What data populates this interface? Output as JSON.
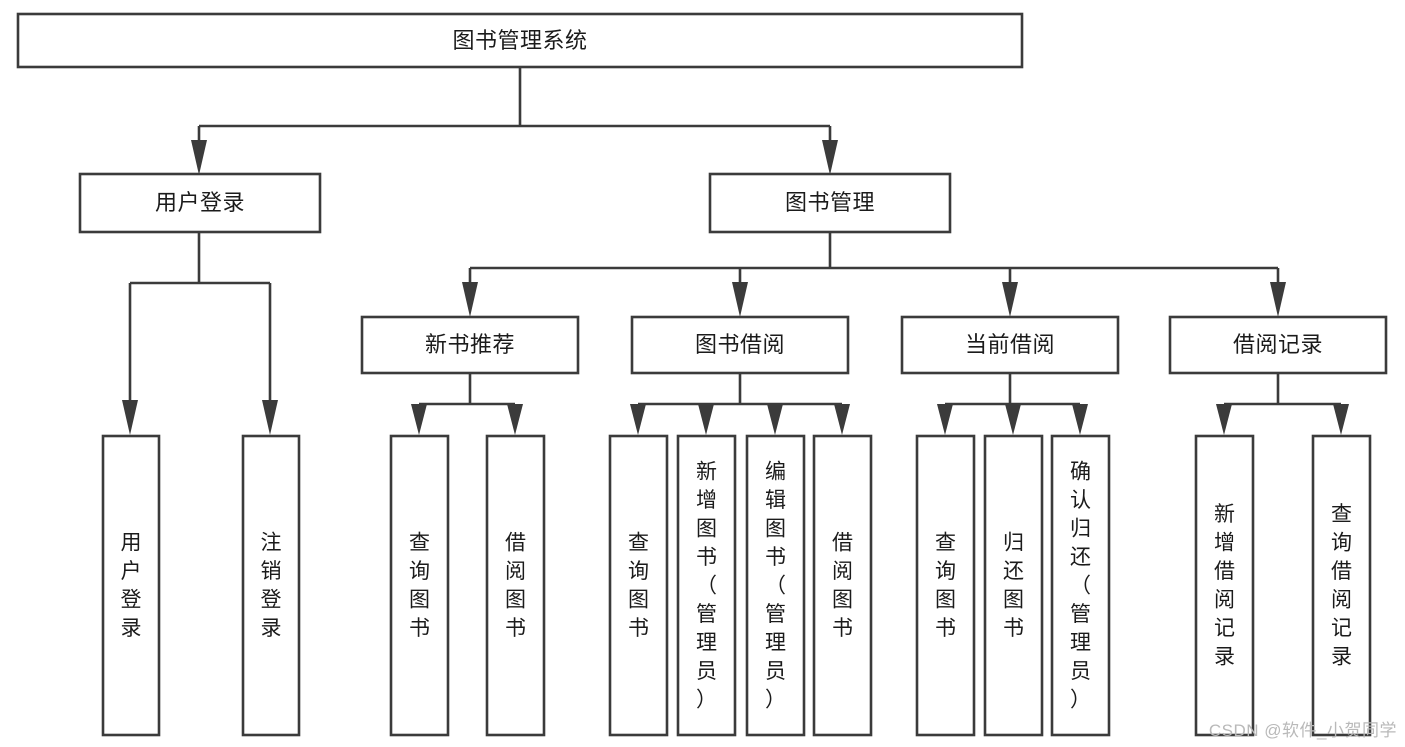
{
  "diagram": {
    "title": "图书管理系统",
    "type": "tree",
    "orientation": "top-down",
    "colors": {
      "background": "#ffffff",
      "box_fill": "#ffffff",
      "box_stroke": "#3b3b3b",
      "text": "#1b1b1b",
      "connector": "#3b3b3b",
      "watermark": "#b9b9b9"
    },
    "nodes": {
      "root": {
        "label": "图书管理系统",
        "level": 0,
        "orientation": "horizontal"
      },
      "l1": [
        {
          "id": "user-login",
          "label": "用户登录",
          "level": 1,
          "orientation": "horizontal"
        },
        {
          "id": "book-manage",
          "label": "图书管理",
          "level": 1,
          "orientation": "horizontal"
        }
      ],
      "l2": [
        {
          "id": "new-book-rec",
          "label": "新书推荐",
          "level": 2,
          "orientation": "horizontal"
        },
        {
          "id": "book-borrow",
          "label": "图书借阅",
          "level": 2,
          "orientation": "horizontal"
        },
        {
          "id": "current-borrow",
          "label": "当前借阅",
          "level": 2,
          "orientation": "horizontal"
        },
        {
          "id": "borrow-record",
          "label": "借阅记录",
          "level": 2,
          "orientation": "horizontal"
        }
      ],
      "leaves": [
        {
          "id": "leaf-user-login",
          "label": "用户登录",
          "parent": "user-login",
          "orientation": "vertical"
        },
        {
          "id": "leaf-user-logout",
          "label": "注销登录",
          "parent": "user-login",
          "orientation": "vertical"
        },
        {
          "id": "leaf-query-book-1",
          "label": "查询图书",
          "parent": "new-book-rec",
          "orientation": "vertical"
        },
        {
          "id": "leaf-borrow-book-1",
          "label": "借阅图书",
          "parent": "new-book-rec",
          "orientation": "vertical"
        },
        {
          "id": "leaf-query-book-2",
          "label": "查询图书",
          "parent": "book-borrow",
          "orientation": "vertical"
        },
        {
          "id": "leaf-add-book",
          "label": "新增图书（管理员）",
          "parent": "book-borrow",
          "orientation": "vertical"
        },
        {
          "id": "leaf-edit-book",
          "label": "编辑图书（管理员）",
          "parent": "book-borrow",
          "orientation": "vertical"
        },
        {
          "id": "leaf-borrow-book-2",
          "label": "借阅图书",
          "parent": "book-borrow",
          "orientation": "vertical"
        },
        {
          "id": "leaf-query-book-3",
          "label": "查询图书",
          "parent": "current-borrow",
          "orientation": "vertical"
        },
        {
          "id": "leaf-return-book",
          "label": "归还图书",
          "parent": "current-borrow",
          "orientation": "vertical"
        },
        {
          "id": "leaf-confirm-return",
          "label": "确认归还（管理员）",
          "parent": "current-borrow",
          "orientation": "vertical"
        },
        {
          "id": "leaf-add-record",
          "label": "新增借阅记录",
          "parent": "borrow-record",
          "orientation": "vertical"
        },
        {
          "id": "leaf-query-record",
          "label": "查询借阅记录",
          "parent": "borrow-record",
          "orientation": "vertical"
        }
      ]
    },
    "watermark": "CSDN @软件_小贺同学"
  }
}
